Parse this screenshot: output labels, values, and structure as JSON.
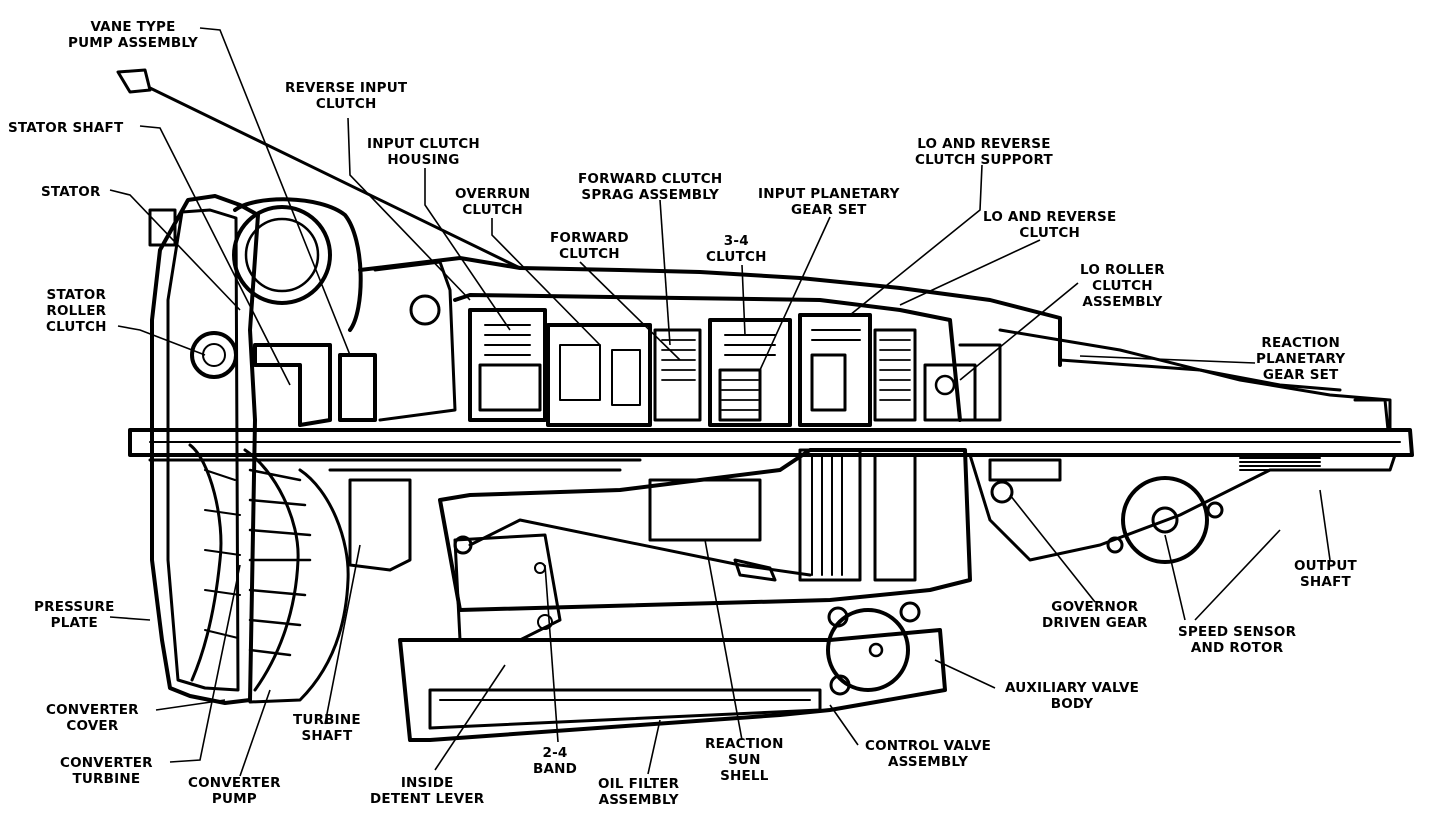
{
  "labels": {
    "vane_type_pump_assembly": "VANE TYPE\nPUMP ASSEMBLY",
    "reverse_input_clutch": "REVERSE INPUT\nCLUTCH",
    "stator_shaft": "STATOR SHAFT",
    "input_clutch_housing": "INPUT CLUTCH\nHOUSING",
    "forward_clutch_sprag_assembly": "FORWARD CLUTCH\nSPRAG ASSEMBLY",
    "input_planetary_gear_set": "INPUT PLANETARY\nGEAR SET",
    "lo_and_reverse_clutch_support": "LO AND REVERSE\nCLUTCH SUPPORT",
    "stator": "STATOR",
    "overrun_clutch": "OVERRUN\nCLUTCH",
    "forward_clutch": "FORWARD\nCLUTCH",
    "three_four_clutch": "3-4\nCLUTCH",
    "lo_and_reverse_clutch": "LO AND REVERSE\nCLUTCH",
    "lo_roller_clutch_assembly": "LO ROLLER\nCLUTCH\nASSEMBLY",
    "stator_roller_clutch": "STATOR\nROLLER\nCLUTCH",
    "reaction_planetary_gear_set": "REACTION\nPLANETARY\nGEAR SET",
    "output_shaft": "OUTPUT\nSHAFT",
    "pressure_plate": "PRESSURE\nPLATE",
    "governor_driven_gear": "GOVERNOR\nDRIVEN GEAR",
    "speed_sensor_and_rotor": "SPEED SENSOR\nAND ROTOR",
    "auxiliary_valve_body": "AUXILIARY VALVE\nBODY",
    "converter_cover": "CONVERTER\nCOVER",
    "turbine_shaft": "TURBINE\nSHAFT",
    "converter_turbine": "CONVERTER\nTURBINE",
    "two_four_band": "2-4\nBAND",
    "reaction_sun_shell": "REACTION\nSUN\nSHELL",
    "control_valve_assembly": "CONTROL VALVE\nASSEMBLY",
    "converter_pump": "CONVERTER\nPUMP",
    "inside_detent_lever": "INSIDE\nDETENT LEVER",
    "oil_filter_assembly": "OIL FILTER\nASSEMBLY"
  },
  "colors": {
    "ink": "#000000",
    "paper": "#ffffff"
  }
}
